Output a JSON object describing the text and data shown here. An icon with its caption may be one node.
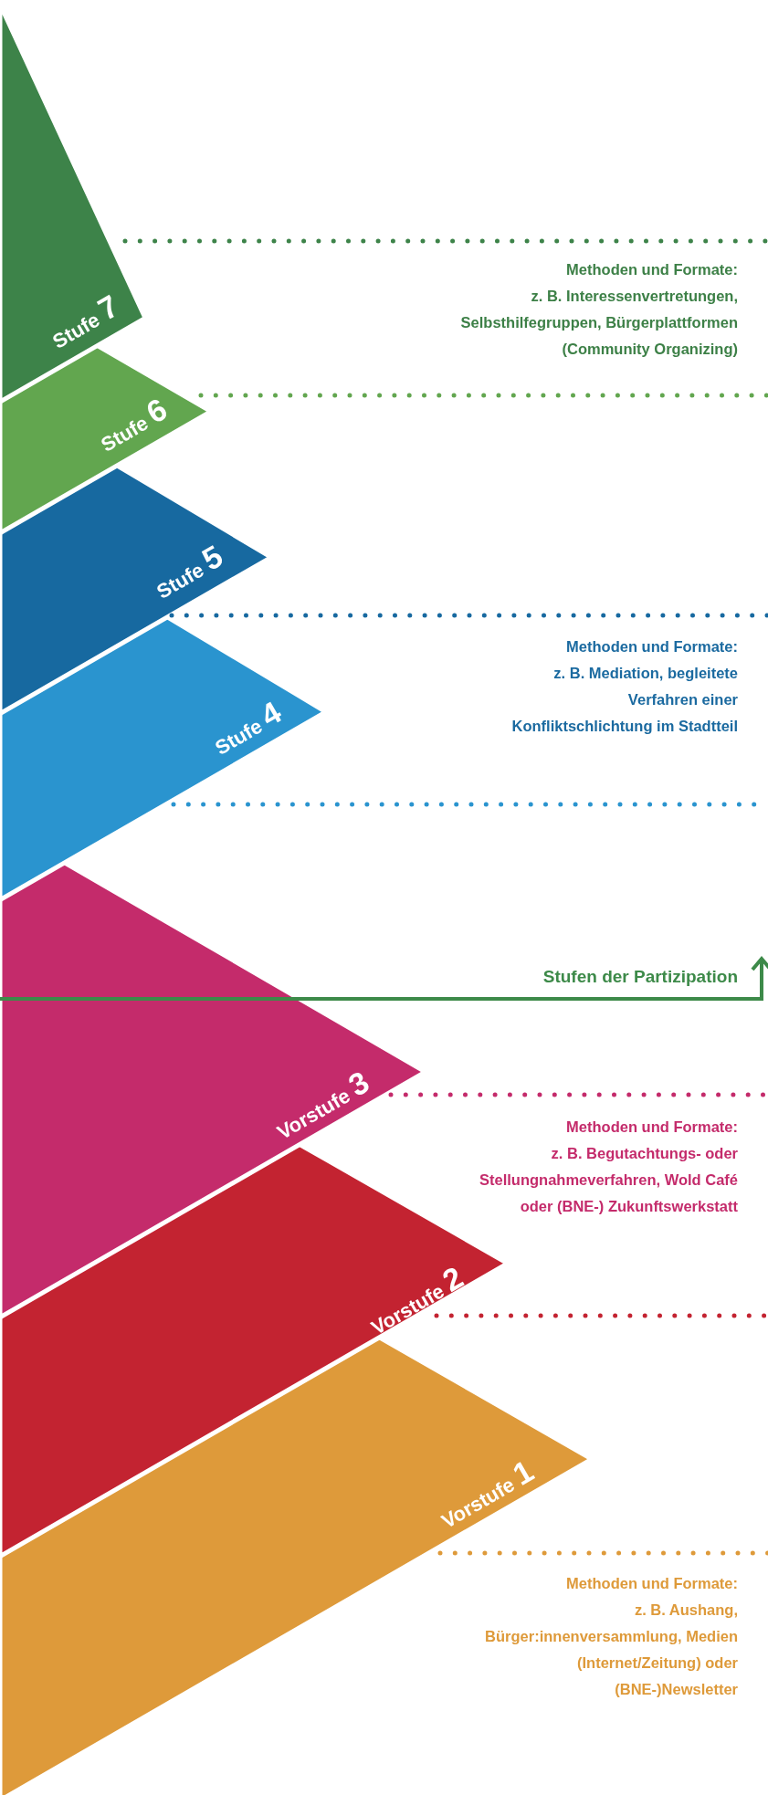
{
  "diagram": {
    "nodes": [
      {
        "text": [
          "Stufe 7"
        ]
      },
      {
        "text": [
          "Stufe 6"
        ]
      },
      {
        "text": [
          "Stufe 5"
        ]
      },
      {
        "text": [
          "Stufe 4"
        ]
      },
      {
        "text": [
          "Vorstufe 3"
        ]
      },
      {
        "text": [
          "Vorstufe 2"
        ]
      },
      {
        "text": [
          "Vorstufe 1"
        ]
      }
    ],
    "edges": [],
    "labels": [
      "Methoden und Formate:",
      "z. B. Interessenvertretungen, Selbsthilfegruppen, Bürgerplattformen (Community Organizing)",
      "Methoden und Formate:",
      "z. B. Mediation, begleitete Verfahren einer Konfliktschlichtung im Stadtteil",
      "Stufen der Partizipation",
      "Methoden und Formate:",
      "z. B. Begutachtungs- oder Stellungnahmeverfahren, Wold Café oder (BNE-) Zukunftswerkstatt",
      "Methoden und Formate:",
      "z. B. Aushang, Bürger:innenversammlung, Medien (Internet/Zeitung) oder (BNE-)Newsletter"
    ]
  }
}
